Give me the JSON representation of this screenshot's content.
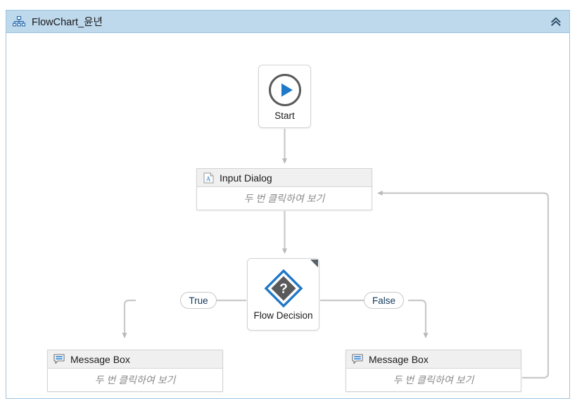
{
  "window": {
    "title": "FlowChart_윤년",
    "title_icon": "org-chart-icon",
    "collapse_icon": "double-chevron-up-icon",
    "colors": {
      "titlebar_bg": "#bed8ec",
      "titlebar_border": "#9dc3e0",
      "canvas_bg": "#ffffff",
      "node_border": "#d4d4d4",
      "card_header_bg": "#f0f0f0",
      "connector": "#c9c9c9",
      "accent_blue": "#1f78c8",
      "hint_text": "#8a8a8a"
    }
  },
  "flow": {
    "nodes": [
      {
        "id": "start",
        "kind": "icon-node",
        "caption": "Start",
        "icon": "play-circle-icon"
      },
      {
        "id": "input-dialog",
        "kind": "card-node",
        "header": "Input Dialog",
        "icon": "input-dialog-icon",
        "body_hint": "두 번 클릭하여 보기"
      },
      {
        "id": "flow-decision",
        "kind": "icon-node",
        "caption": "Flow Decision",
        "icon": "decision-diamond-icon",
        "corner_marker": true
      },
      {
        "id": "message-box-true",
        "kind": "card-node",
        "header": "Message Box",
        "icon": "message-box-icon",
        "body_hint": "두 번 클릭하여 보기"
      },
      {
        "id": "message-box-false",
        "kind": "card-node",
        "header": "Message Box",
        "icon": "message-box-icon",
        "body_hint": "두 번 클릭하여 보기"
      }
    ],
    "branch_labels": {
      "true": "True",
      "false": "False"
    },
    "connectors": [
      {
        "from": "start",
        "to": "input-dialog",
        "label": ""
      },
      {
        "from": "input-dialog",
        "to": "flow-decision",
        "label": ""
      },
      {
        "from": "flow-decision",
        "to": "message-box-true",
        "label": "True"
      },
      {
        "from": "flow-decision",
        "to": "message-box-false",
        "label": "False"
      },
      {
        "from": "message-box-false",
        "to": "input-dialog",
        "label": ""
      }
    ]
  }
}
